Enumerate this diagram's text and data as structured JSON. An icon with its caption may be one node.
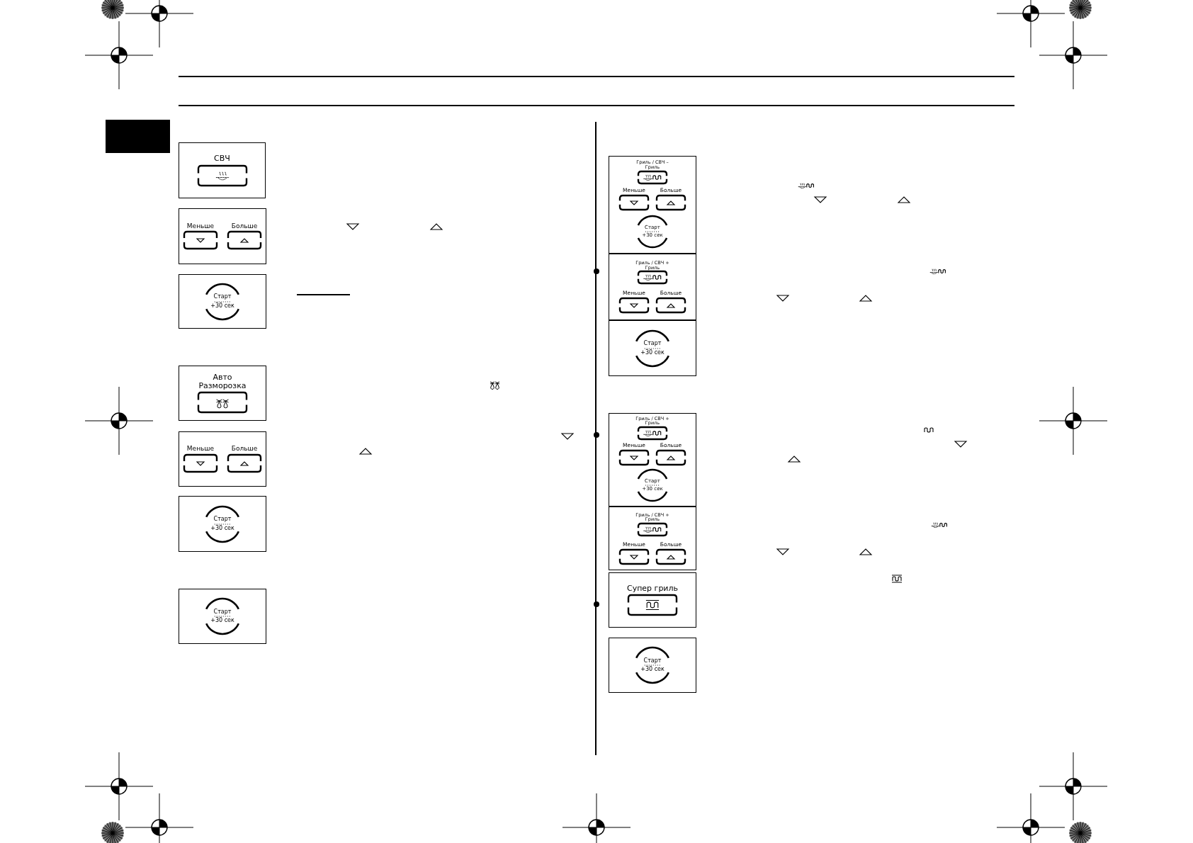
{
  "diagram": {
    "nodes": [
      {
        "text": [],
        "shape": "box"
      },
      {
        "text": [
          "СВЧ"
        ]
      },
      {
        "text": [
          "Меньше",
          "Больше"
        ]
      },
      {
        "text": [
          "Старт",
          "+30 сек"
        ]
      },
      {
        "text": [
          "Авто Разморозка"
        ]
      },
      {
        "text": [
          "Меньше",
          "Больше"
        ]
      },
      {
        "text": [
          "Старт",
          "+30 сек"
        ]
      },
      {
        "text": [
          "Старт",
          "+30 сек"
        ]
      },
      {
        "text": [
          "Гриль / СВЧ – Гриль",
          "Меньше",
          "Больше",
          "Старт",
          "+30 сек"
        ]
      },
      {
        "text": [
          "Гриль / СВЧ + Гриль",
          "Меньше",
          "Больше"
        ]
      },
      {
        "text": [
          "Старт",
          "+30 сек"
        ]
      },
      {
        "text": [
          "Гриль / СВЧ + Гриль",
          "Меньше",
          "Больше",
          "Старт",
          "+30 сек"
        ]
      },
      {
        "text": [
          "Гриль / СВЧ + Гриль",
          "Меньше",
          "Больше"
        ]
      },
      {
        "text": [
          "Супер гриль"
        ]
      },
      {
        "text": [
          "Старт",
          "+30 сек"
        ]
      }
    ]
  }
}
